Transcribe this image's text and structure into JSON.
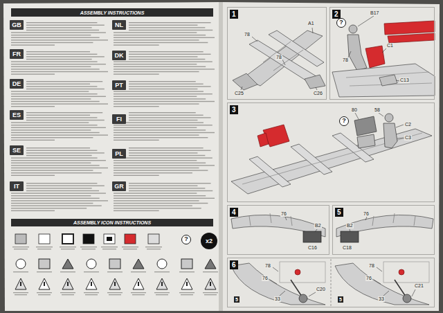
{
  "diagram": {
    "nodes": [
      {
        "text": [
          "ASSEMBLY INSTRUCTIONS"
        ]
      },
      {
        "text": [
          "GB"
        ]
      },
      {
        "text": [
          "FR"
        ]
      },
      {
        "text": [
          "DE"
        ]
      },
      {
        "text": [
          "ES"
        ]
      },
      {
        "text": [
          "SE"
        ]
      },
      {
        "text": [
          "IT"
        ]
      },
      {
        "text": [
          "NL"
        ]
      },
      {
        "text": [
          "DK"
        ]
      },
      {
        "text": [
          "PT"
        ]
      },
      {
        "text": [
          "FI"
        ]
      },
      {
        "text": [
          "PL"
        ]
      },
      {
        "text": [
          "GR"
        ]
      },
      {
        "text": [
          "ASSEMBLY ICON INSTRUCTIONS"
        ]
      },
      {
        "text": [
          "x2"
        ]
      },
      {
        "text": [
          "1"
        ]
      },
      {
        "text": [
          "2"
        ]
      },
      {
        "text": [
          "3"
        ]
      },
      {
        "text": [
          "4"
        ]
      },
      {
        "text": [
          "5"
        ]
      },
      {
        "text": [
          "6"
        ]
      }
    ],
    "labels": [
      "A1",
      "78",
      "78",
      "C25",
      "C26",
      "B17",
      "78",
      "C1",
      "C13",
      "?",
      "58",
      "80",
      "C2",
      "C3",
      "?",
      "76",
      "B2",
      "C16",
      "76",
      "B2",
      "C18",
      "78",
      "76",
      "33",
      "C20",
      "5",
      "78",
      "76",
      "33",
      "C21",
      "5",
      "?"
    ]
  }
}
